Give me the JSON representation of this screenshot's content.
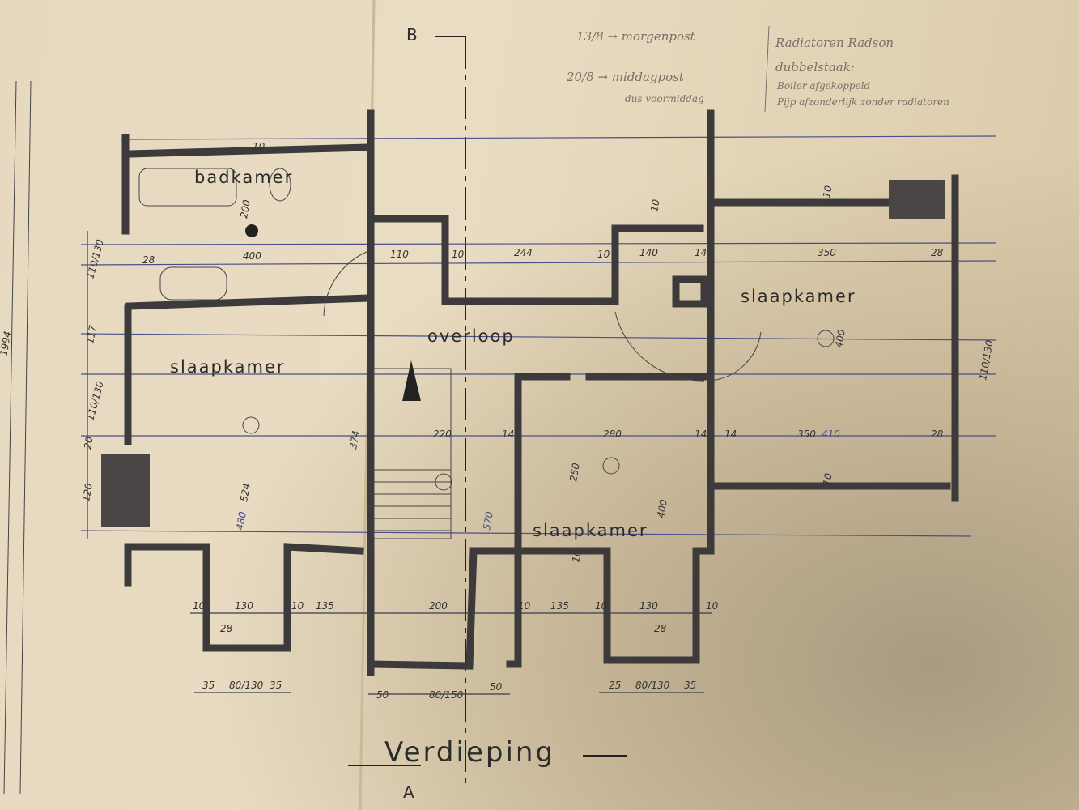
{
  "drawing": {
    "title": "Verdieping",
    "section_marks": {
      "top": "B",
      "bottom": "A"
    },
    "rooms": {
      "bathroom": "badkamer",
      "landing": "overloop",
      "bedroom_left": "slaapkamer",
      "bedroom_right": "slaapkamer",
      "bedroom_middle": "slaapkamer"
    },
    "margin_number": "1994",
    "dimensions": {
      "d10a": "10",
      "d200": "200",
      "d400a": "400",
      "d28a": "28",
      "d110_130a": "110/130",
      "d117": "117",
      "d110_130b": "110/130",
      "d20": "20",
      "d120": "120",
      "d524": "524",
      "d480": "480",
      "d374": "374",
      "d110": "110",
      "d10b": "10",
      "d244": "244",
      "d10c": "10",
      "d140": "140",
      "d14a": "14",
      "d350a": "350",
      "d28b": "28",
      "d110_130c": "110/130",
      "d400b": "400",
      "d10d": "10",
      "d10e": "10",
      "d220": "220",
      "d14b": "14",
      "d280": "280",
      "d14c": "14",
      "d14d": "14",
      "d350b": "350",
      "d410": "410",
      "d28c": "28",
      "d250": "250",
      "d400c": "400",
      "d570": "570",
      "d10f": "10",
      "d10g": "10",
      "b10a": "10",
      "b130a": "130",
      "b10b": "10",
      "b135a": "135",
      "b200": "200",
      "b10c": "10",
      "b135b": "135",
      "b10d": "10",
      "b130b": "130",
      "b10e": "10",
      "b28a": "28",
      "b28b": "28",
      "w35a": "35",
      "w80_130a": "80/130",
      "w35b": "35",
      "w50a": "50",
      "w80_150": "80/150",
      "w50b": "50",
      "w25": "25",
      "w80_130b": "80/130",
      "w35c": "35"
    }
  },
  "handwritten_notes": {
    "left": [
      "13/8 → morgenpost",
      "20/8 → middagpost",
      "dus voormiddag"
    ],
    "right": [
      "Radiatoren Radson",
      "dubbelstaak:",
      "Boiler afgekoppeld",
      "Pijp afzonderlijk zonder radiatoren"
    ]
  },
  "colors": {
    "paper": "#e6d9bf",
    "ink": "#3c3a3a",
    "pencil": "#7b6f68",
    "blue_line": "#4a4f8a"
  }
}
